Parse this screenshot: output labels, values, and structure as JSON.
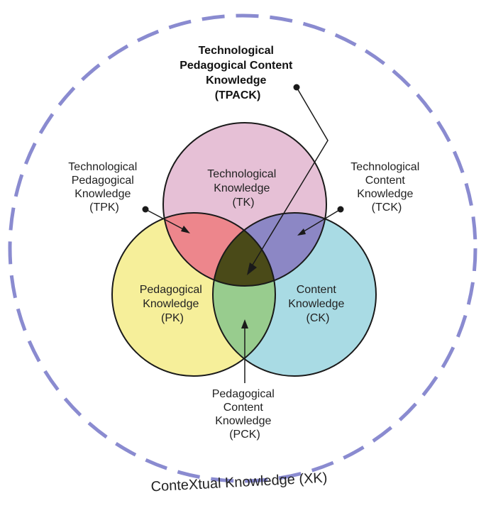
{
  "colors": {
    "outer_dash": "#8a8bd0",
    "tk_fill": "#e6c0d6",
    "pk_fill": "#f6ef9a",
    "ck_fill": "#a9dbe4",
    "tpk_fill": "#ed868c",
    "tck_fill": "#8c87c5",
    "pck_fill": "#98cc8e",
    "tpack_fill": "#4a4a18",
    "stroke": "#1a1a1a"
  },
  "labels": {
    "tpack": [
      "Technological",
      "Pedagogical Content",
      "Knowledge",
      "(TPACK)"
    ],
    "tpk": [
      "Technological",
      "Pedagogical",
      "Knowledge",
      "(TPK)"
    ],
    "tck": [
      "Technological",
      "Content",
      "Knowledge",
      "(TCK)"
    ],
    "tk": [
      "Technological",
      "Knowledge",
      "(TK)"
    ],
    "pk": [
      "Pedagogical",
      "Knowledge",
      "(PK)"
    ],
    "ck": [
      "Content",
      "Knowledge",
      "(CK)"
    ],
    "pck": [
      "Pedagogical",
      "Content",
      "Knowledge",
      "(PCK)"
    ],
    "xk": "ConteXtual Knowledge (XK)"
  }
}
